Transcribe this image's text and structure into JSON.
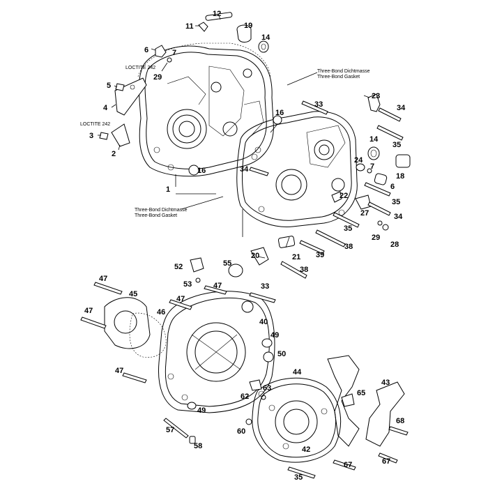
{
  "notes": {
    "loctite_1": "LOCTITE 242",
    "loctite_2": "LOCTITE 242",
    "threebond_top_de": "Three-Bond Dichtmasse",
    "threebond_top_en": "Three-Bond Gasket",
    "threebond_bottom_de": "Three-Bond Dichtmasse",
    "threebond_bottom_en": "Three-Bond Gasket"
  },
  "callouts": [
    "12",
    "11",
    "19",
    "14",
    "6",
    "7",
    "5",
    "29",
    "4",
    "3",
    "2",
    "16",
    "1",
    "23",
    "33",
    "34",
    "16",
    "35",
    "14",
    "18",
    "24",
    "7",
    "34",
    "6",
    "22",
    "35",
    "27",
    "34",
    "35",
    "29",
    "28",
    "20",
    "21",
    "39",
    "38",
    "38",
    "52",
    "55",
    "53",
    "47",
    "47",
    "33",
    "47",
    "45",
    "47",
    "46",
    "40",
    "49",
    "50",
    "47",
    "49",
    "57",
    "58",
    "44",
    "43",
    "62",
    "63",
    "65",
    "60",
    "68",
    "42",
    "67",
    "67",
    "35"
  ]
}
